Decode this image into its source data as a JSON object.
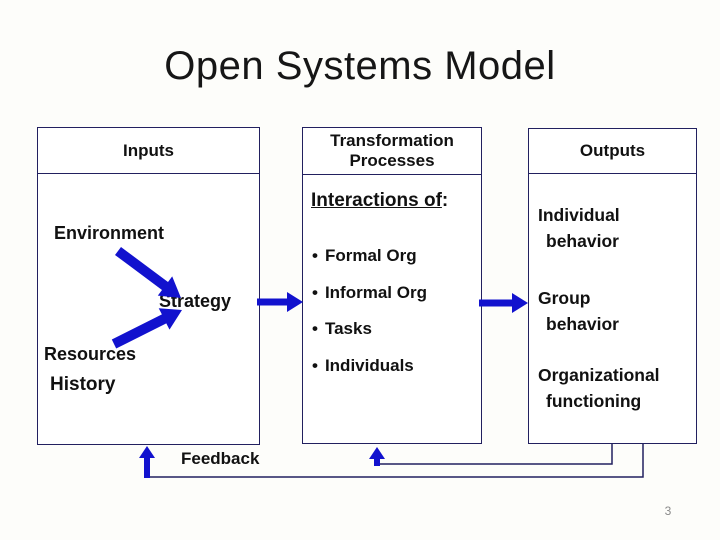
{
  "slide": {
    "title": "Open Systems Model",
    "page_number": "3"
  },
  "colors": {
    "arrow_blue": "#1212CE",
    "box_border_navy": "#22205F",
    "text_black": "#111111",
    "page_number_gray": "#8A8A8A",
    "background": "#FDFDFA"
  },
  "inputs_box": {
    "header": "Inputs",
    "environment_label": "Environment",
    "strategy_label": "Strategy",
    "resources_label": "Resources",
    "history_label": "History"
  },
  "transformation_box": {
    "header": "Transformation Processes",
    "subheading": "Interactions of",
    "subheading_suffix": ":",
    "bullet_char": "•",
    "bullets": [
      "Formal Org",
      "Informal Org",
      "Tasks",
      "Individuals"
    ]
  },
  "outputs_box": {
    "header": "Outputs",
    "items": [
      [
        "Individual",
        "behavior"
      ],
      [
        "Group",
        "behavior"
      ],
      [
        "Organizational",
        "functioning"
      ]
    ]
  },
  "feedback": {
    "label": "Feedback"
  }
}
